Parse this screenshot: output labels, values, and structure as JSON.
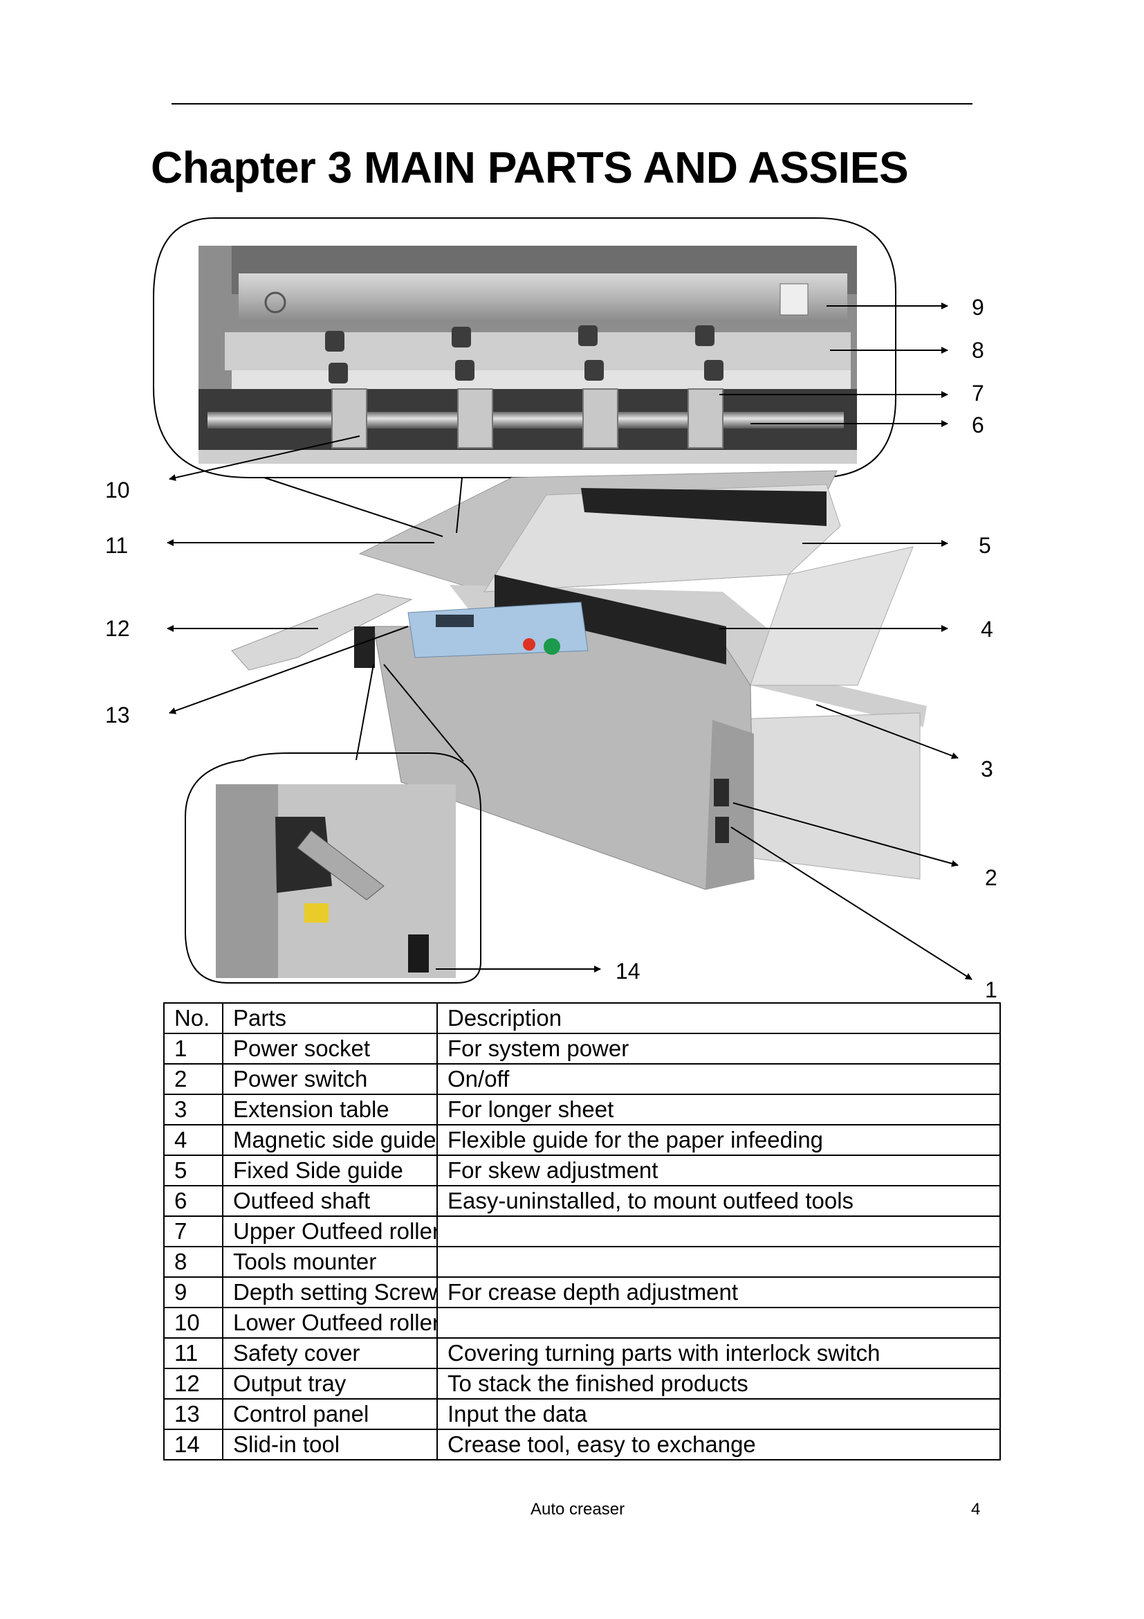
{
  "title": "Chapter 3 MAIN PARTS AND ASSIES",
  "callouts": {
    "c1": "1",
    "c2": "2",
    "c3": "3",
    "c4": "4",
    "c5": "5",
    "c6": "6",
    "c7": "7",
    "c8": "8",
    "c9": "9",
    "c10": "10",
    "c11": "11",
    "c12": "12",
    "c13": "13",
    "c14": "14"
  },
  "table": {
    "headers": [
      "No.",
      "Parts",
      "Description"
    ],
    "rows": [
      [
        "1",
        "Power socket",
        "For system power"
      ],
      [
        "2",
        "Power switch",
        "On/off"
      ],
      [
        "3",
        "Extension table",
        "For longer sheet"
      ],
      [
        "4",
        "Magnetic side guide",
        "Flexible guide for the paper infeeding"
      ],
      [
        "5",
        "Fixed Side guide",
        "For skew adjustment"
      ],
      [
        "6",
        "Outfeed shaft",
        "Easy-uninstalled, to mount outfeed tools"
      ],
      [
        "7",
        "Upper Outfeed roller",
        ""
      ],
      [
        "8",
        "Tools mounter",
        ""
      ],
      [
        "9",
        "Depth setting Screw",
        "For crease depth adjustment"
      ],
      [
        "10",
        "Lower Outfeed roller",
        ""
      ],
      [
        "11",
        "Safety cover",
        "Covering turning parts with interlock switch"
      ],
      [
        "12",
        "Output tray",
        "To stack the finished products"
      ],
      [
        "13",
        "Control panel",
        "Input the data"
      ],
      [
        "14",
        "Slid-in tool",
        "Crease tool, easy to exchange"
      ]
    ]
  },
  "footer": {
    "text": "Auto creaser",
    "page": "4"
  }
}
